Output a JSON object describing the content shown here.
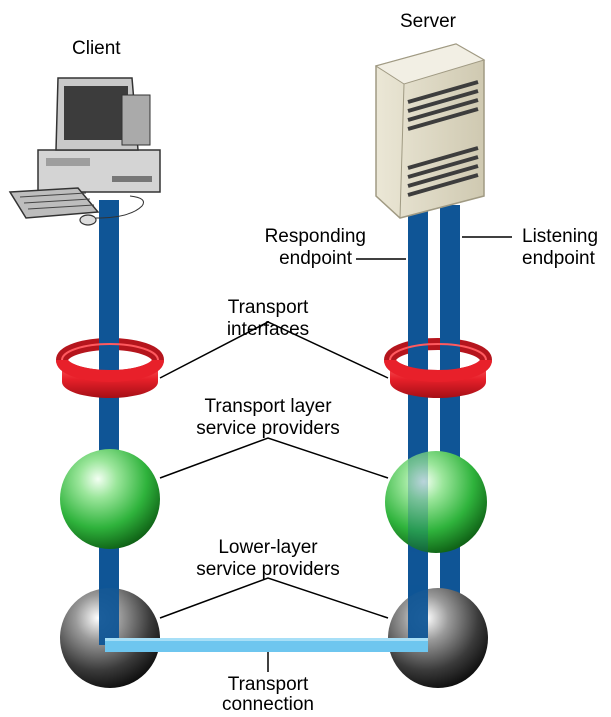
{
  "labels": {
    "client": "Client",
    "server": "Server",
    "responding_line1": "Responding",
    "responding_line2": "endpoint",
    "listening_line1": "Listening",
    "listening_line2": "endpoint",
    "interfaces_line1": "Transport",
    "interfaces_line2": "interfaces",
    "providers_line1": "Transport layer",
    "providers_line2": "service providers",
    "lower_line1": "Lower-layer",
    "lower_line2": "service providers",
    "connection_line1": "Transport",
    "connection_line2": "connection"
  },
  "colors": {
    "endpoint_blue": "#0f5596",
    "connection_light_blue": "#6ec6ef",
    "ring_red": "#e8202a",
    "provider_green": "#2fb33c",
    "lower_sphere_gray": "#2c2c2c",
    "server_beige": "#ddd8c3"
  }
}
